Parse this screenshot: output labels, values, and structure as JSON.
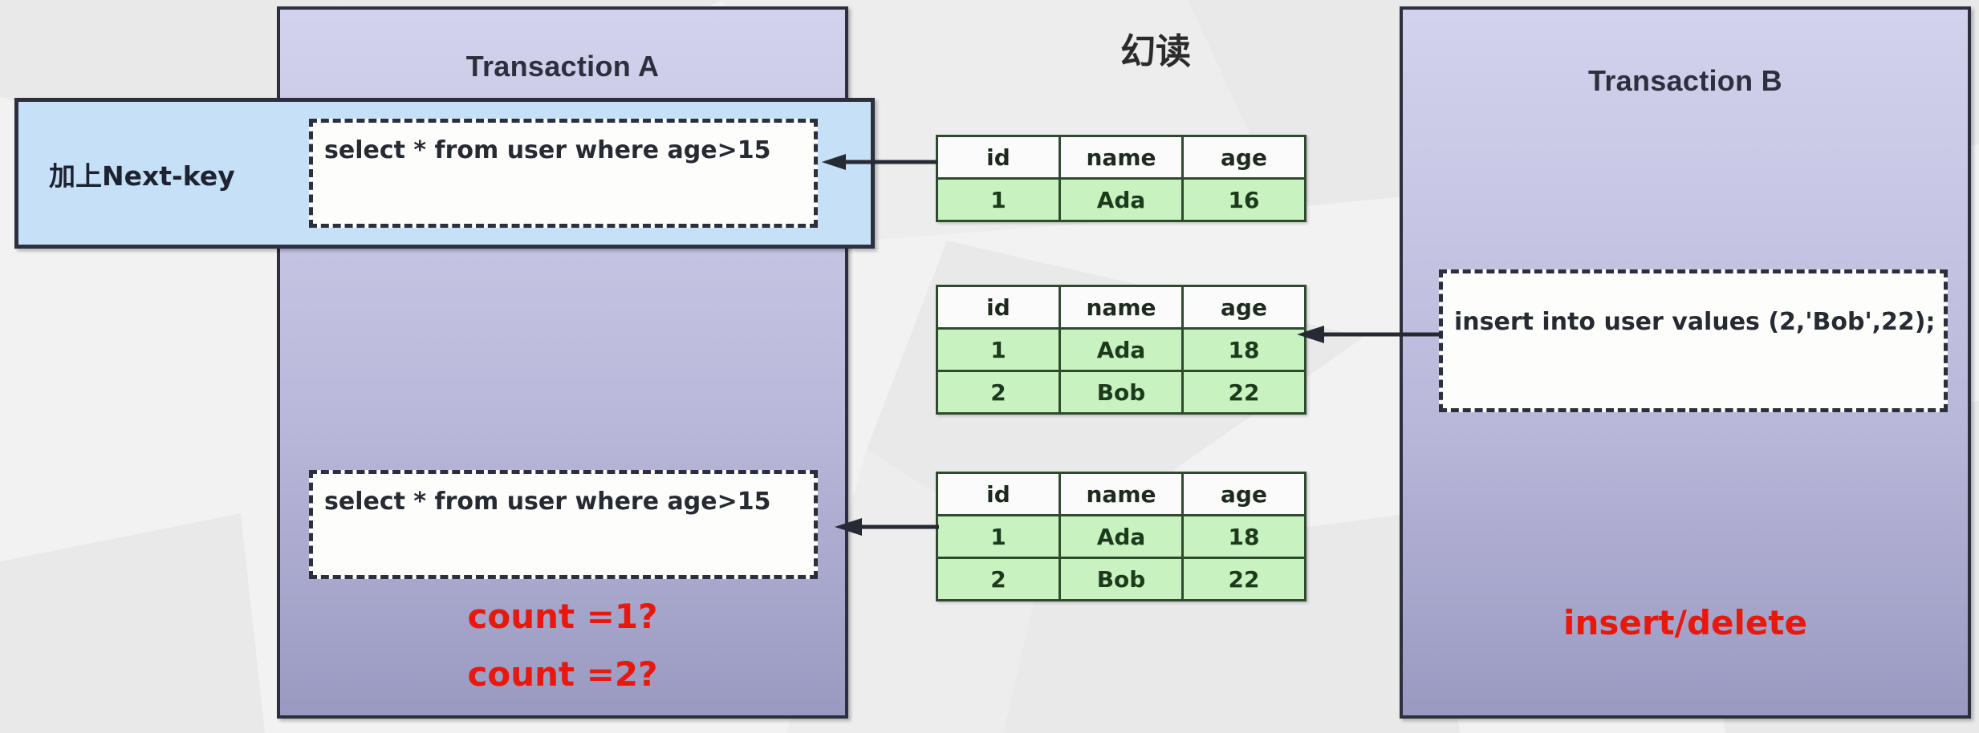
{
  "page": {
    "title": "幻读",
    "background_color": "#f2f2f2"
  },
  "colors": {
    "panel_gradient_top": "#d3d2ec",
    "panel_gradient_bottom": "#9a99c1",
    "panel_border": "#2b2f3e",
    "highlight_box_fill": "#c6e0f7",
    "table_header_fill": "#fbfbfb",
    "table_row_fill": "#c8f2c0",
    "table_border": "#2f4a2f",
    "accent_red": "#e8180c",
    "sql_box_fill": "#fdfdfb"
  },
  "transaction_a": {
    "title": "Transaction A",
    "sql_first": "select * from user where age>15",
    "sql_second": "select * from user where age>15",
    "note_line_1": "count =1?",
    "note_line_2": "count =2?"
  },
  "transaction_b": {
    "title": "Transaction B",
    "sql": "insert into user values (2,'Bob',22);",
    "note": "insert/delete"
  },
  "next_key": {
    "label": "加上Next-key"
  },
  "tables": [
    {
      "id": "table-1",
      "headers": [
        "id",
        "name",
        "age"
      ],
      "rows": [
        [
          "1",
          "Ada",
          "16"
        ]
      ]
    },
    {
      "id": "table-2",
      "headers": [
        "id",
        "name",
        "age"
      ],
      "rows": [
        [
          "1",
          "Ada",
          "18"
        ],
        [
          "2",
          "Bob",
          "22"
        ]
      ]
    },
    {
      "id": "table-3",
      "headers": [
        "id",
        "name",
        "age"
      ],
      "rows": [
        [
          "1",
          "Ada",
          "18"
        ],
        [
          "2",
          "Bob",
          "22"
        ]
      ]
    }
  ],
  "arrows": [
    {
      "name": "arrow-table1-to-transaction-a",
      "direction": "left"
    },
    {
      "name": "arrow-transaction-b-to-table2",
      "direction": "left"
    },
    {
      "name": "arrow-table3-to-transaction-a",
      "direction": "left"
    }
  ]
}
